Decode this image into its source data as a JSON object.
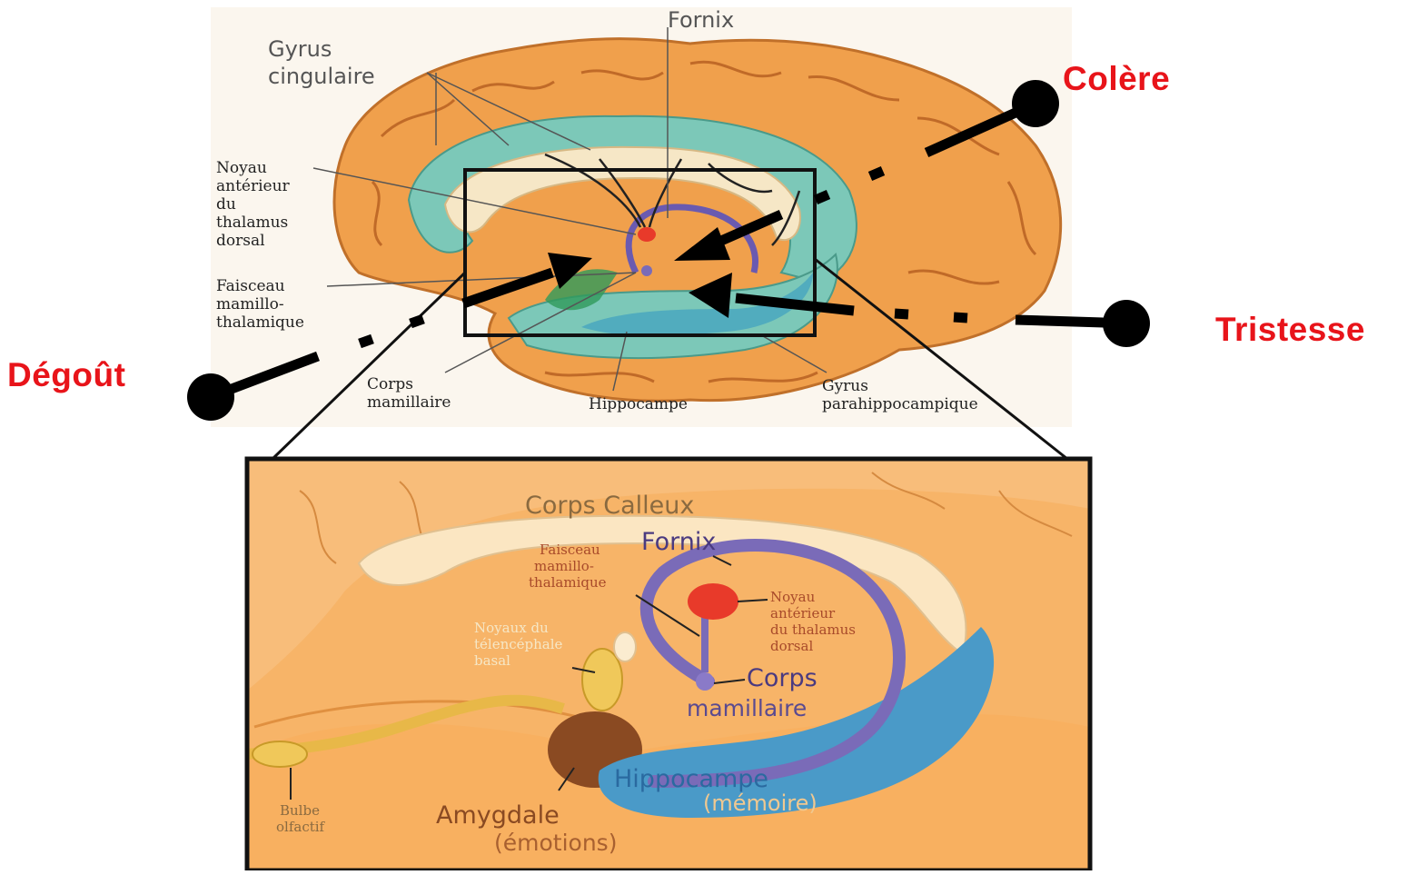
{
  "emotions": {
    "colere": "Colère",
    "tristesse": "Tristesse",
    "degout": "Dégoût"
  },
  "top_diagram": {
    "labels": {
      "fornix": "Fornix",
      "gyrus_cingulaire_1": "Gyrus",
      "gyrus_cingulaire_2": "cingulaire",
      "noyau_1": "Noyau",
      "noyau_2": "antérieur",
      "noyau_3": "du",
      "noyau_4": "thalamus",
      "noyau_5": "dorsal",
      "faisceau_1": "Faisceau",
      "faisceau_2": "mamillo-",
      "faisceau_3": "thalamique",
      "corps_1": "Corps",
      "corps_2": "mamillaire",
      "hippocampe": "Hippocampe",
      "gyrus_para_1": "Gyrus",
      "gyrus_para_2": "parahippocampique"
    }
  },
  "zoom_diagram": {
    "labels": {
      "corps_calleux": "Corps Calleux",
      "fornix": "Fornix",
      "faisceau_1": "Faisceau",
      "faisceau_2": "mamillo-",
      "faisceau_3": "thalamique",
      "noyau_1": "Noyau",
      "noyau_2": "antérieur",
      "noyau_3": "du thalamus",
      "noyau_4": "dorsal",
      "noyaux_1": "Noyaux du",
      "noyaux_2": "télencéphale",
      "noyaux_3": "basal",
      "corps_1": "Corps",
      "corps_2": "mamillaire",
      "hippocampe_1": "Hippocampe",
      "hippocampe_2": "(mémoire)",
      "amygdale_1": "Amygdale",
      "amygdale_2": "(émotions)",
      "bulbe_1": "Bulbe",
      "bulbe_2": "olfactif"
    }
  },
  "colors": {
    "emotion_label": "#e8141a",
    "brain_orange": "#f0a04c",
    "cingulate_teal": "#7cc8b8",
    "fornix_purple": "#7a6bb8",
    "hippocampus_blue": "#4a9ac8",
    "amygdala_brown": "#8a4a22",
    "nucleus_red": "#e83a2a"
  }
}
